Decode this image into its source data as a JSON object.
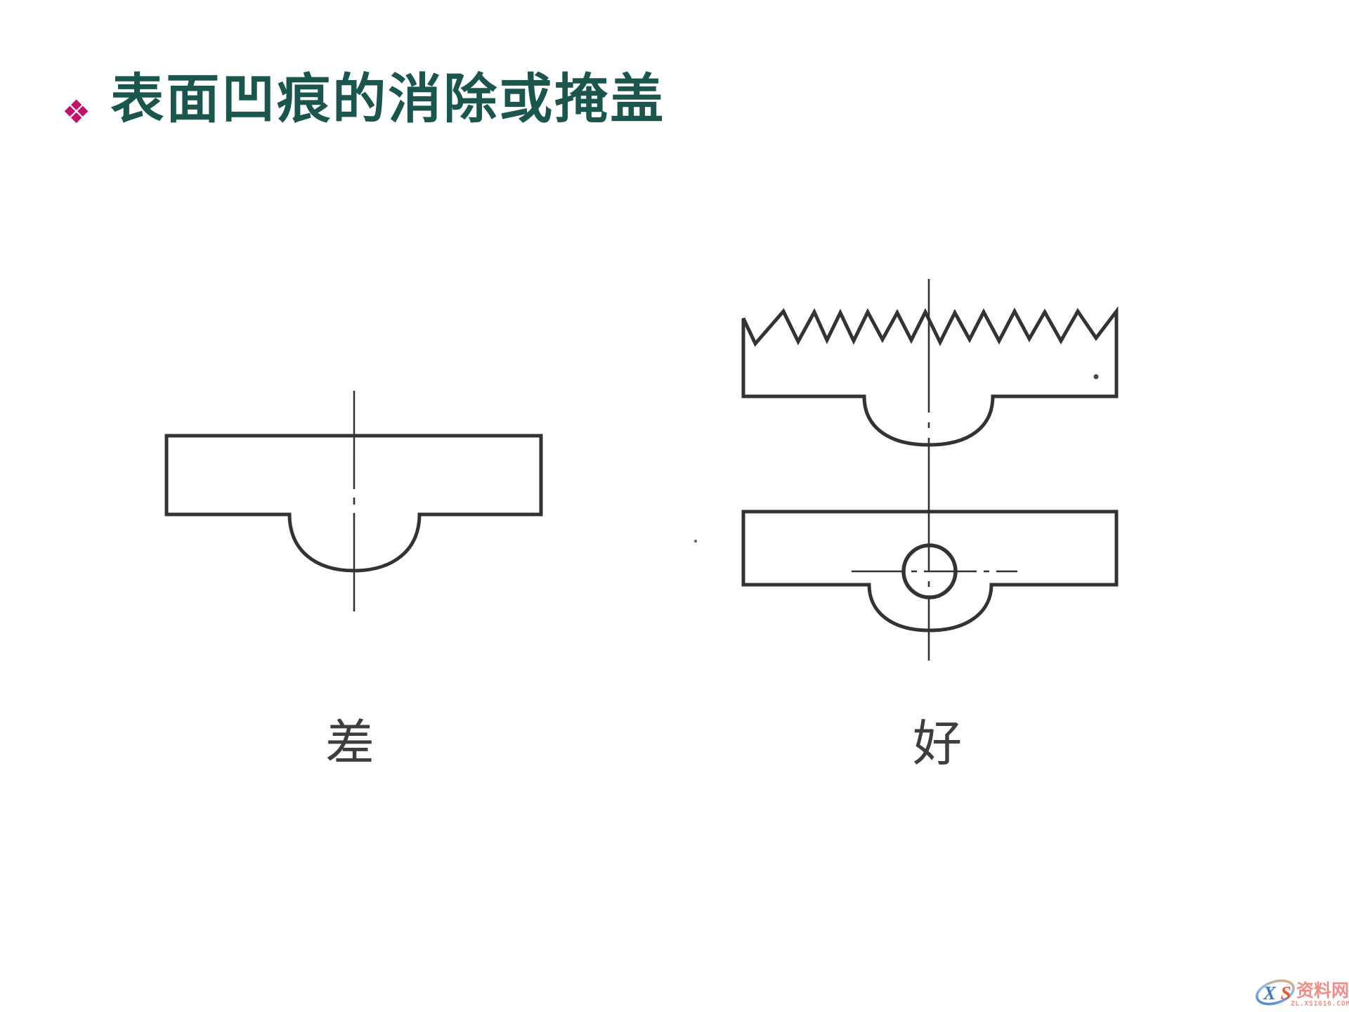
{
  "slide": {
    "background": "#ffffff",
    "title": {
      "bullet": "❖",
      "bullet_color": "#C2116B",
      "text": "表面凹痕的消除或掩盖",
      "color": "#1A564E"
    },
    "drawing": {
      "line_color": "#333333",
      "centerline_color": "#3a3a3a",
      "description": "cross-sections of molded parts with bottom boss",
      "left_figure_label": "差",
      "right_figure_label": "好"
    },
    "watermark": {
      "logo_letter_x": "X",
      "logo_letter_s": "S",
      "logo_x_color": "#4178BE",
      "logo_s_color": "#E4593C",
      "ring_blue": "#3E7BC8",
      "ring_orange": "#F5A25D",
      "site_name": "资料网",
      "site_name_color": "#EE8E88",
      "site_url": "ZL.XS1616.COM",
      "site_url_color": "#F2928C"
    }
  }
}
